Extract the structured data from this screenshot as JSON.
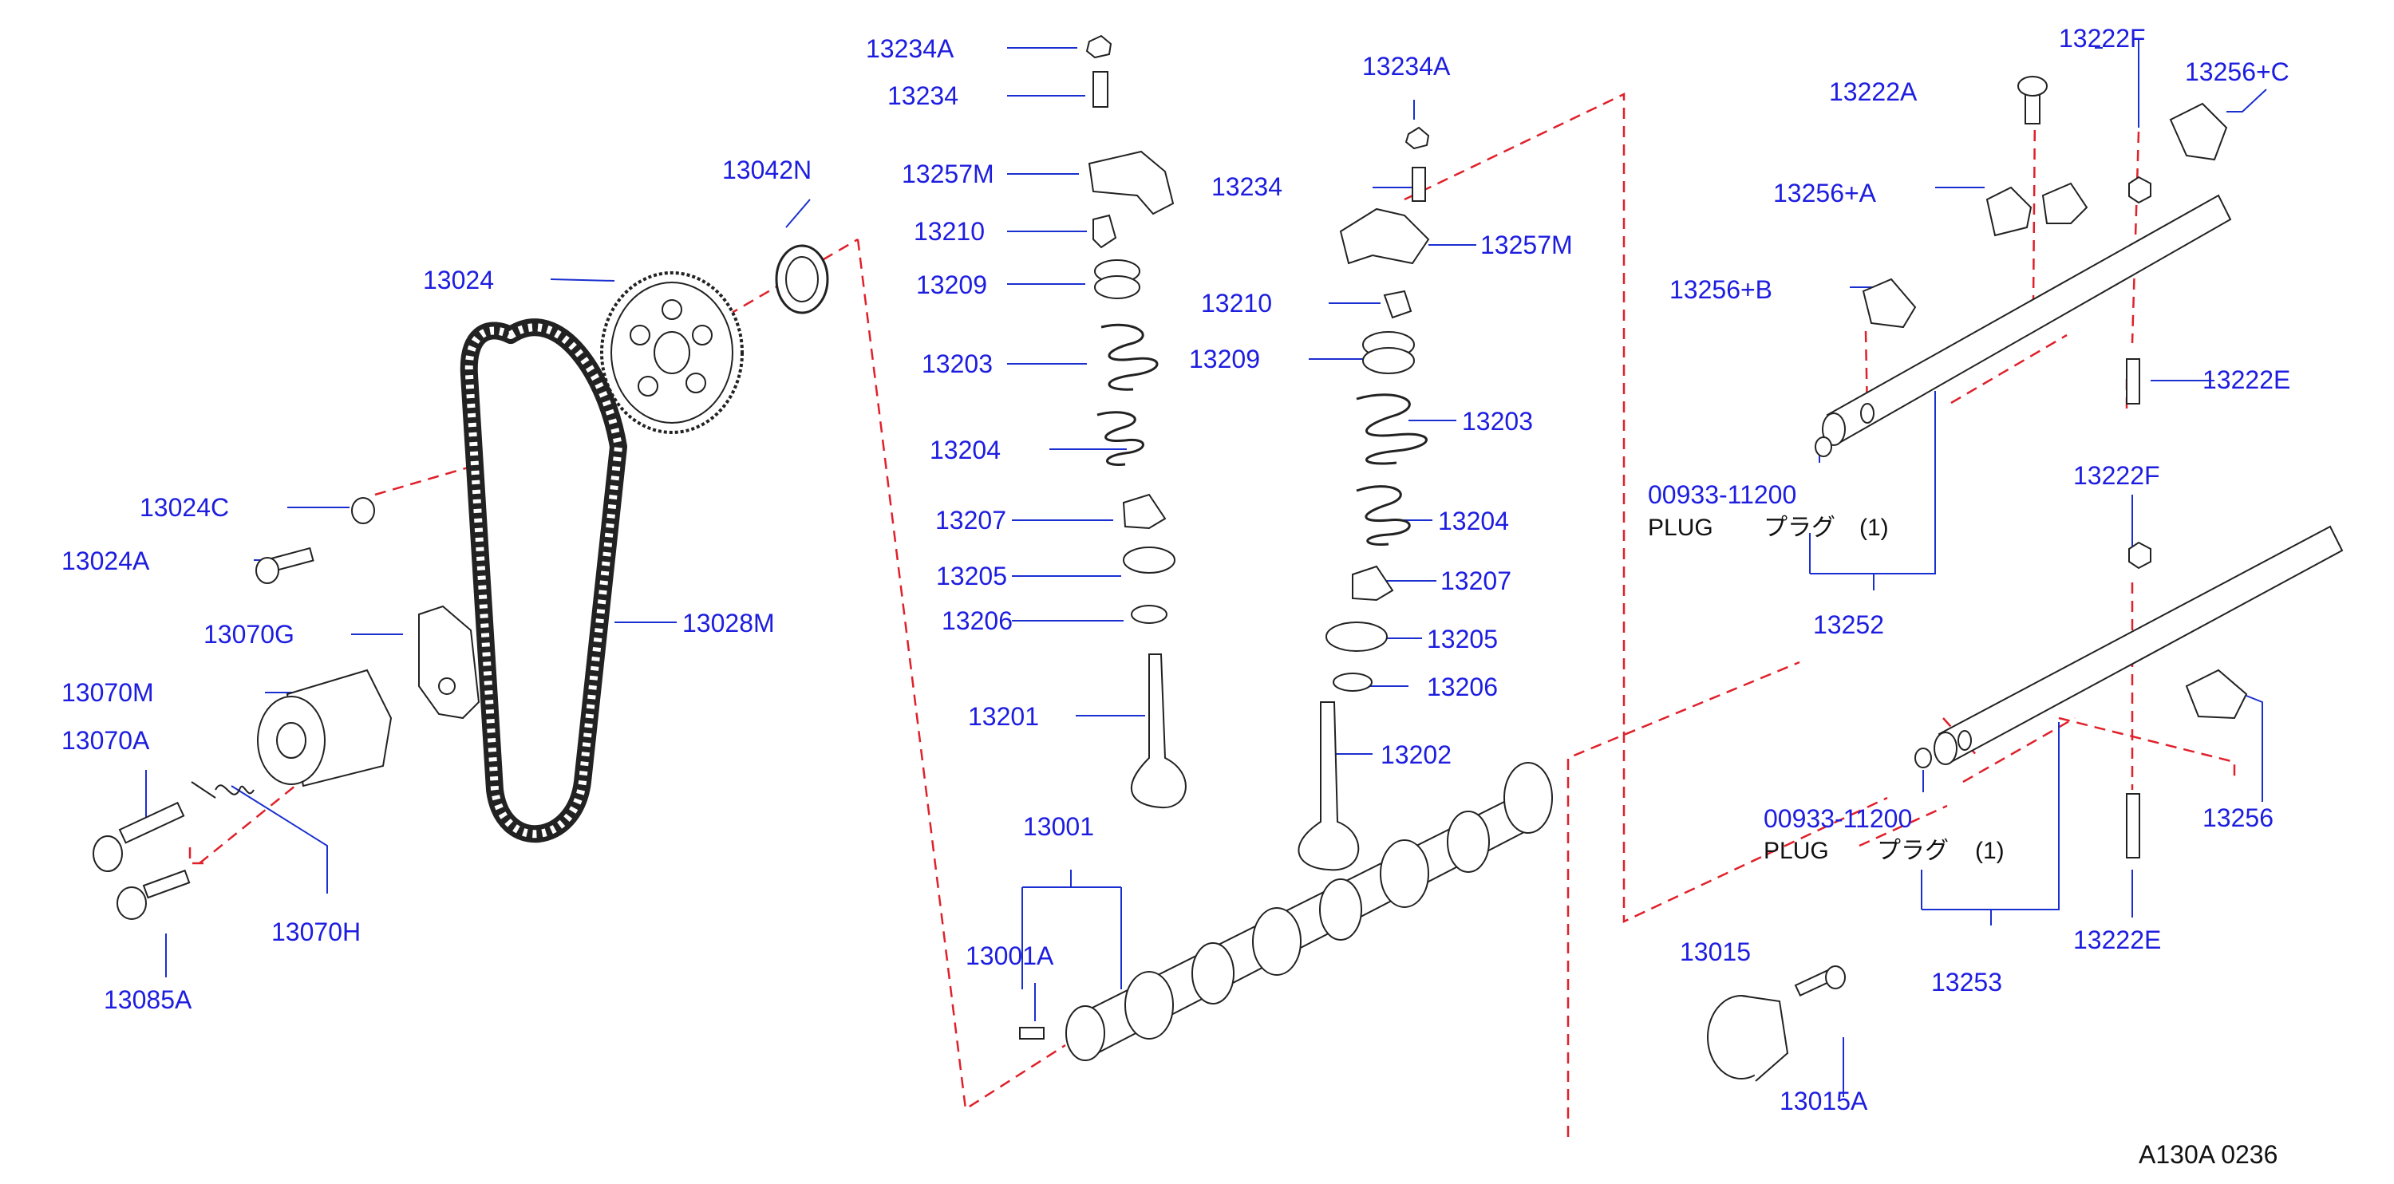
{
  "diagram": {
    "code": "A130A 0236",
    "colors": {
      "label": "#1d1de0",
      "leader": "#1a2fd0",
      "guide": "#e0202a",
      "line_art": "#222222"
    },
    "parts": [
      {
        "id": "13234A-left",
        "label": "13234A"
      },
      {
        "id": "13234-left",
        "label": "13234"
      },
      {
        "id": "13257M-left",
        "label": "13257M"
      },
      {
        "id": "13210-left",
        "label": "13210"
      },
      {
        "id": "13209-left",
        "label": "13209"
      },
      {
        "id": "13203-left",
        "label": "13203"
      },
      {
        "id": "13204-left",
        "label": "13204"
      },
      {
        "id": "13207-left",
        "label": "13207"
      },
      {
        "id": "13205-left",
        "label": "13205"
      },
      {
        "id": "13206-left",
        "label": "13206"
      },
      {
        "id": "13201",
        "label": "13201"
      },
      {
        "id": "13234A-right",
        "label": "13234A"
      },
      {
        "id": "13234-right",
        "label": "13234"
      },
      {
        "id": "13257M-right",
        "label": "13257M"
      },
      {
        "id": "13210-right",
        "label": "13210"
      },
      {
        "id": "13209-right",
        "label": "13209"
      },
      {
        "id": "13203-right",
        "label": "13203"
      },
      {
        "id": "13204-right",
        "label": "13204"
      },
      {
        "id": "13207-right",
        "label": "13207"
      },
      {
        "id": "13205-right",
        "label": "13205"
      },
      {
        "id": "13206-right",
        "label": "13206"
      },
      {
        "id": "13202",
        "label": "13202"
      },
      {
        "id": "13042N",
        "label": "13042N"
      },
      {
        "id": "13024",
        "label": "13024"
      },
      {
        "id": "13024C",
        "label": "13024C"
      },
      {
        "id": "13024A",
        "label": "13024A"
      },
      {
        "id": "13070G",
        "label": "13070G"
      },
      {
        "id": "13028M",
        "label": "13028M"
      },
      {
        "id": "13070M",
        "label": "13070M"
      },
      {
        "id": "13070A",
        "label": "13070A"
      },
      {
        "id": "13070H",
        "label": "13070H"
      },
      {
        "id": "13085A",
        "label": "13085A"
      },
      {
        "id": "13001",
        "label": "13001"
      },
      {
        "id": "13001A",
        "label": "13001A"
      },
      {
        "id": "13015",
        "label": "13015"
      },
      {
        "id": "13015A",
        "label": "13015A"
      },
      {
        "id": "13222F-top",
        "label": "13222F"
      },
      {
        "id": "13222A",
        "label": "13222A"
      },
      {
        "id": "13256C",
        "label": "13256+C"
      },
      {
        "id": "13256A",
        "label": "13256+A"
      },
      {
        "id": "13256B",
        "label": "13256+B"
      },
      {
        "id": "13222E-top",
        "label": "13222E"
      },
      {
        "id": "00933-top",
        "label": "00933-11200"
      },
      {
        "id": "13252",
        "label": "13252"
      },
      {
        "id": "13222F-bottom",
        "label": "13222F"
      },
      {
        "id": "00933-bottom",
        "label": "00933-11200"
      },
      {
        "id": "13256",
        "label": "13256"
      },
      {
        "id": "13253",
        "label": "13253"
      },
      {
        "id": "13222E-bottom",
        "label": "13222E"
      }
    ],
    "plug_notes": [
      {
        "id": "plug-top",
        "name": "PLUG",
        "jp": "プラグ",
        "qty": "(1)"
      },
      {
        "id": "plug-bottom",
        "name": "PLUG",
        "jp": "プラグ",
        "qty": "(1)"
      }
    ]
  }
}
